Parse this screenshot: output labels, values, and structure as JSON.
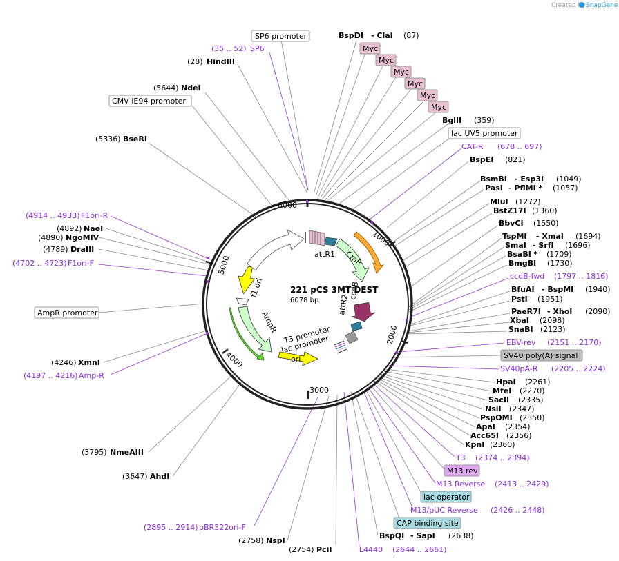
{
  "header": {
    "brand_prefix": "Created by",
    "brand_name": "SnapGene"
  },
  "plasmid": {
    "name": "221 pCS 3MT DEST",
    "length": "6078 bp"
  },
  "ticks": [
    "1000",
    "2000",
    "3000",
    "4000",
    "5000",
    "6000"
  ],
  "features": {
    "attR1": "attR1",
    "CmR": "CmR",
    "attR2": "attR2",
    "ccdB": "ccdB",
    "f1ori": "f1 ori",
    "AmpR": "AmpR",
    "ori": "ori",
    "T3": "T3 promoter",
    "lac": "lac promoter"
  },
  "boxes": {
    "sp6": "SP6 promoter",
    "cmv": "CMV IE94 promoter",
    "myc": "Myc",
    "lacuv5": "lac UV5 promoter",
    "amppromoter": "AmpR promoter",
    "sv40polya": "SV40 poly(A) signal",
    "m13rev": "M13 rev",
    "lacop": "lac operator",
    "cap": "CAP binding site"
  },
  "left_sites": [
    {
      "pos": "(35 .. 52)",
      "name": "SP6"
    },
    {
      "pos": "(28)",
      "name": "HindIII"
    },
    {
      "pos": "(5644)",
      "name": "NdeI"
    },
    {
      "pos": "(5336)",
      "name": "BseRI"
    },
    {
      "pos": "(4914 .. 4933)",
      "name": "F1ori-R"
    },
    {
      "pos": "(4892)",
      "name": "NaeI"
    },
    {
      "pos": "(4890)",
      "name": "NgoMIV"
    },
    {
      "pos": "(4789)",
      "name": "DraIII"
    },
    {
      "pos": "(4702 .. 4723)",
      "name": "F1ori-F"
    },
    {
      "pos": "(4246)",
      "name": "XmnI"
    },
    {
      "pos": "(4197 .. 4216)",
      "name": "Amp-R"
    },
    {
      "pos": "(3795)",
      "name": "NmeAIII"
    },
    {
      "pos": "(3647)",
      "name": "AhdI"
    },
    {
      "pos": "(2895 .. 2914)",
      "name": "pBR322ori-F"
    },
    {
      "pos": "(2758)",
      "name": "NspI"
    },
    {
      "pos": "(2754)",
      "name": "PciI"
    }
  ],
  "right_sites": {
    "bspdi": {
      "name": "BspDI",
      "name2": "ClaI",
      "pos": "(87)"
    },
    "bglii": {
      "name": "BglII",
      "pos": "(359)"
    },
    "catr": {
      "name": "CAT-R",
      "pos": "(678 .. 697)"
    },
    "bspei": {
      "name": "BspEI",
      "pos": "(821)"
    },
    "bsmbi": {
      "name": "BsmBI",
      "name2": "Esp3I",
      "pos": "(1049)"
    },
    "pasi": {
      "name": "PasI",
      "name2": "PflMI *",
      "pos": "(1057)"
    },
    "mlui": {
      "name": "MluI",
      "pos": "(1272)"
    },
    "bstz17i": {
      "name": "BstZ17I",
      "pos": "(1360)"
    },
    "bbvci": {
      "name": "BbvCI",
      "pos": "(1550)"
    },
    "tspmi": {
      "name": "TspMI",
      "name2": "XmaI",
      "pos": "(1694)"
    },
    "smai": {
      "name": "SmaI",
      "name2": "SrfI",
      "pos": "(1696)"
    },
    "bsabi": {
      "name": "BsaBI *",
      "pos": "(1709)"
    },
    "bmgbi": {
      "name": "BmgBI",
      "pos": "(1730)"
    },
    "ccdbfwd": {
      "name": "ccdB-fwd",
      "pos": "(1797 .. 1816)"
    },
    "bfuai": {
      "name": "BfuAI",
      "name2": "BspMI",
      "pos": "(1940)"
    },
    "psti": {
      "name": "PstI",
      "pos": "(1951)"
    },
    "paer7i": {
      "name": "PaeR7I",
      "name2": "XhoI",
      "pos": "(2090)"
    },
    "xbai": {
      "name": "XbaI",
      "pos": "(2098)"
    },
    "snabi": {
      "name": "SnaBI",
      "pos": "(2123)"
    },
    "ebvrev": {
      "name": "EBV-rev",
      "pos": "(2151 .. 2170)"
    },
    "sv40par": {
      "name": "SV40pA-R",
      "pos": "(2205 .. 2224)"
    },
    "hpai": {
      "name": "HpaI",
      "pos": "(2261)"
    },
    "mfei": {
      "name": "MfeI",
      "pos": "(2270)"
    },
    "sacii": {
      "name": "SacII",
      "pos": "(2335)"
    },
    "nsii": {
      "name": "NsiI",
      "pos": "(2347)"
    },
    "pspomi": {
      "name": "PspOMI",
      "pos": "(2350)"
    },
    "apai": {
      "name": "ApaI",
      "pos": "(2354)"
    },
    "acc65i": {
      "name": "Acc65I",
      "pos": "(2356)"
    },
    "kpni": {
      "name": "KpnI",
      "pos": "(2360)"
    },
    "t3": {
      "name": "T3",
      "pos": "(2374 .. 2394)"
    },
    "m13reverse": {
      "name": "M13 Reverse",
      "pos": "(2413 .. 2429)"
    },
    "m13puc": {
      "name": "M13/pUC Reverse",
      "pos": "(2426 .. 2448)"
    },
    "bspqi": {
      "name": "BspQI",
      "name2": "SapI",
      "pos": "(2638)"
    },
    "l4440": {
      "name": "L4440",
      "pos": "(2644 .. 2661)"
    }
  },
  "colors": {
    "backbone": "#222222",
    "primer": "#9933cc",
    "leader": "#888888",
    "myc": "#e6bfcf",
    "lacuv": "#ffffff",
    "sv40": "#c0c0c0",
    "m13": "#e0a8f0",
    "lacop": "#a8d8e0",
    "cmr": "#ccffcc",
    "ampr": "#ccffcc",
    "ori": "#ffff00",
    "f1": "#ffff00",
    "ccdb": "#993366",
    "att": "#2e7d99"
  }
}
